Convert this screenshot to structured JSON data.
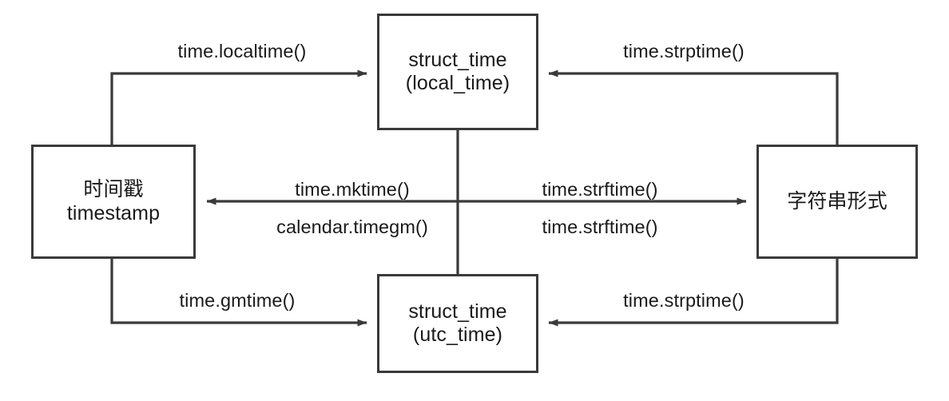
{
  "diagram": {
    "title": "Python time representation conversions",
    "colors": {
      "stroke": "#3a3a3a",
      "text": "#1a1a1a",
      "background": "#ffffff"
    },
    "nodes": [
      {
        "id": "struct-time-local",
        "line1": "struct_time",
        "line2": "(local_time)"
      },
      {
        "id": "timestamp",
        "line1": "时间戳",
        "line2": "timestamp"
      },
      {
        "id": "string-form",
        "line1": "字符串形式",
        "line2": ""
      },
      {
        "id": "struct-time-utc",
        "line1": "struct_time",
        "line2": "(utc_time)"
      }
    ],
    "edges": [
      {
        "id": "timestamp-to-local",
        "label": "time.localtime()"
      },
      {
        "id": "string-to-local",
        "label": "time.strptime()"
      },
      {
        "id": "local-to-timestamp",
        "label": "time.mktime()"
      },
      {
        "id": "utc-to-timestamp",
        "label": "calendar.timegm()"
      },
      {
        "id": "local-to-string",
        "label": "time.strftime()"
      },
      {
        "id": "utc-to-string",
        "label": "time.strftime()"
      },
      {
        "id": "timestamp-to-utc",
        "label": "time.gmtime()"
      },
      {
        "id": "string-to-utc",
        "label": "time.strptime()"
      }
    ]
  }
}
